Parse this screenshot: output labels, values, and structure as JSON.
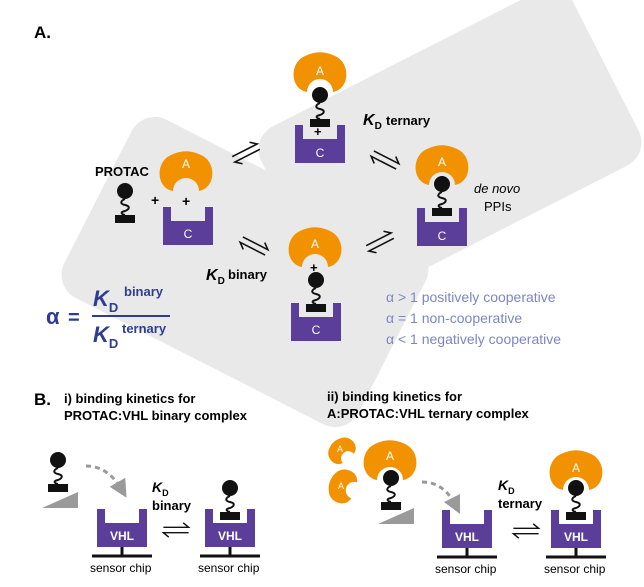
{
  "panel_a": {
    "label": "A.",
    "protac_label": "PROTAC",
    "plus": "+",
    "binder_letter": "A",
    "ligase_letter": "C",
    "kd_symbol": "K",
    "kd_sub": "D",
    "kd_binary_word": "binary",
    "kd_ternary_word": "ternary",
    "de_novo_label": "de novo",
    "ppis_label": "PPIs",
    "alpha_symbol": "α",
    "equals": "=",
    "coop_lines": [
      "α > 1 positively cooperative",
      "α = 1 non-cooperative",
      "α < 1 negatively cooperative"
    ]
  },
  "panel_b": {
    "label": "B.",
    "left_title_1": "i) binding kinetics for",
    "left_title_2": "PROTAC:VHL binary complex",
    "right_title_1": "ii) binding kinetics for",
    "right_title_2": "A:PROTAC:VHL ternary complex",
    "vhl_label": "VHL",
    "sensor_chip": "sensor chip",
    "binder_letter": "A",
    "kd_symbol": "K",
    "kd_sub": "D",
    "binary_word": "binary",
    "ternary_word": "ternary"
  },
  "colors": {
    "orange": "#F39200",
    "purple": "#5B3E9A",
    "blue_text": "#2E3D8F",
    "lavender_text": "#7E86C2",
    "gray_panel": "#E9E9E9",
    "gray_arrow": "#9A9A9A"
  }
}
